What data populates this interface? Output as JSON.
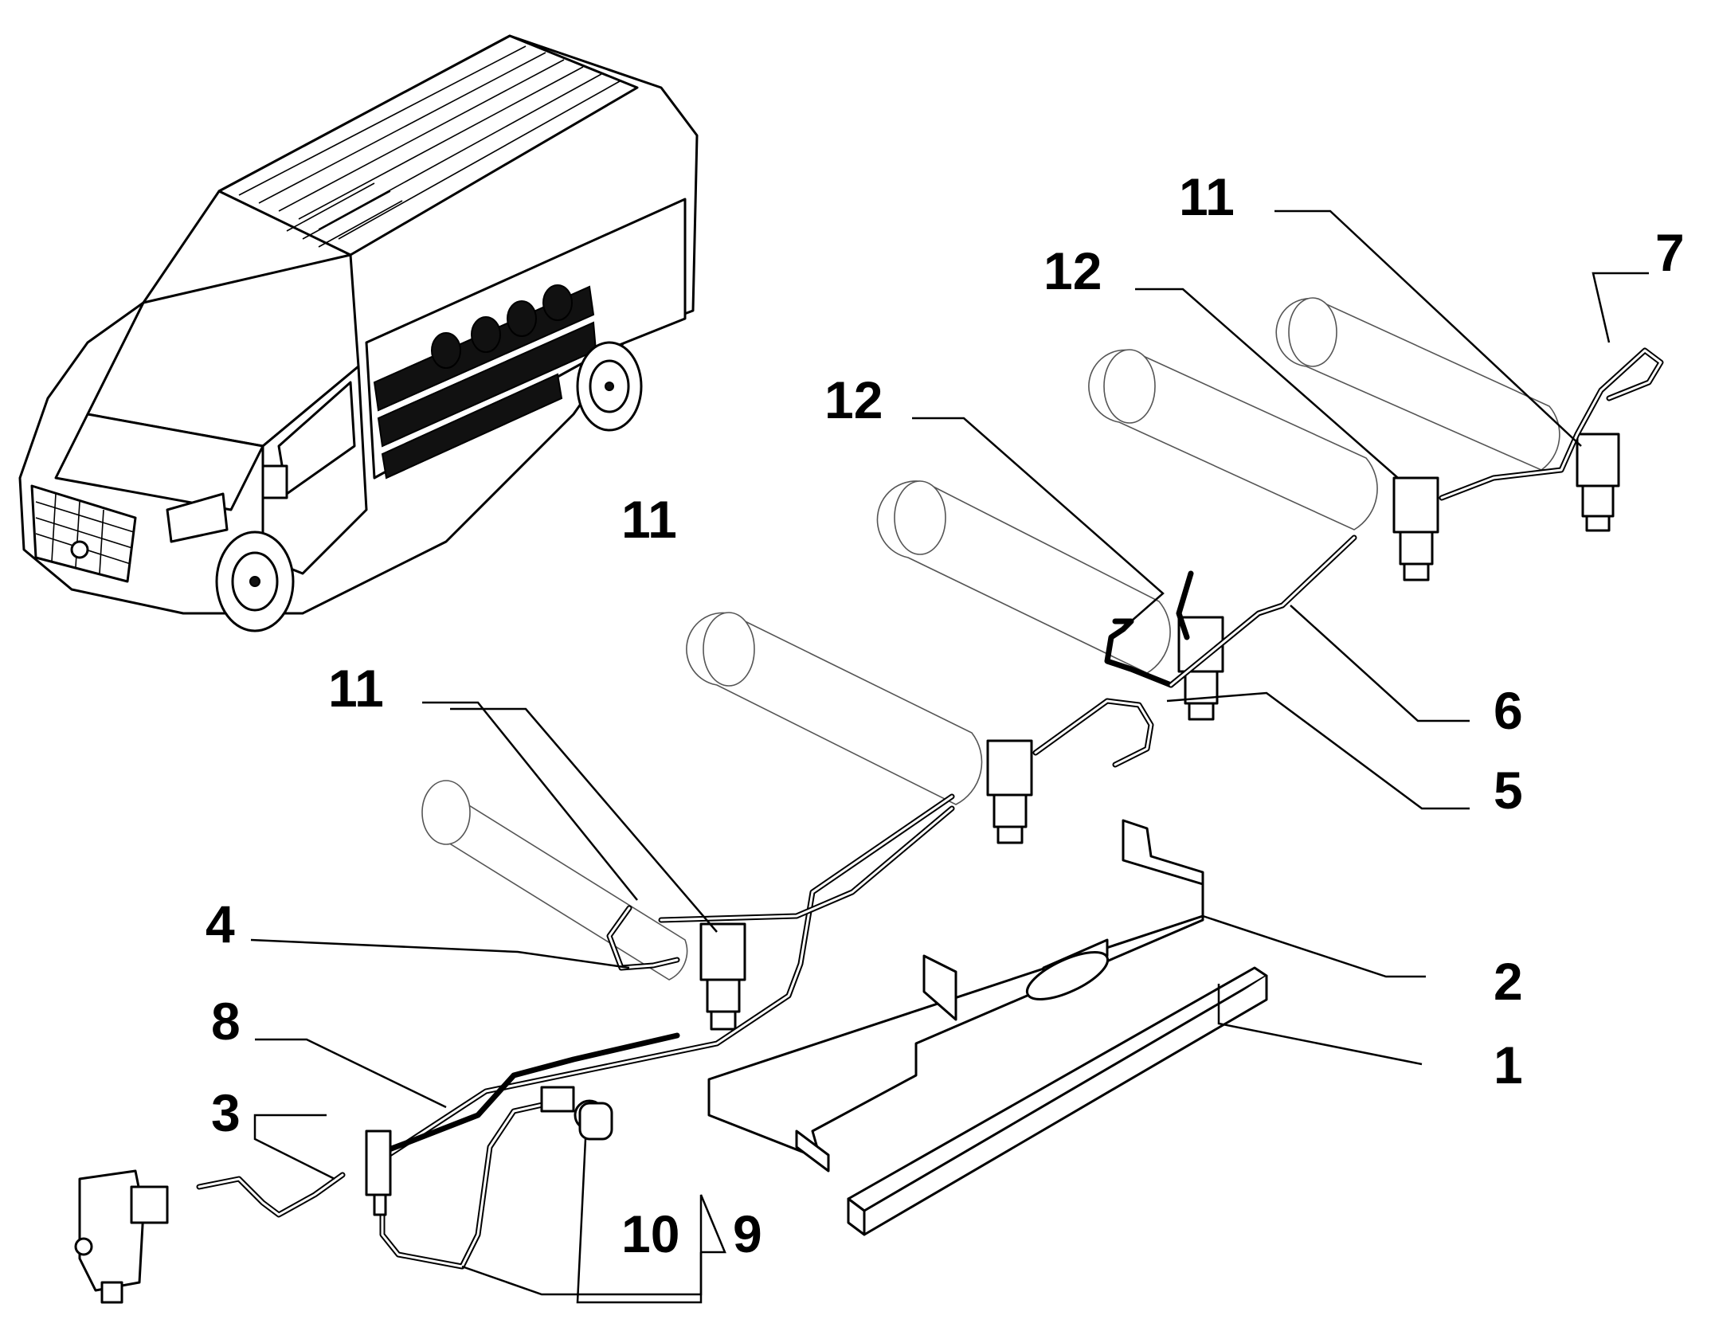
{
  "callouts": [
    {
      "id": "1",
      "label": "1"
    },
    {
      "id": "2",
      "label": "2"
    },
    {
      "id": "3",
      "label": "3"
    },
    {
      "id": "4",
      "label": "4"
    },
    {
      "id": "5",
      "label": "5"
    },
    {
      "id": "6",
      "label": "6"
    },
    {
      "id": "7",
      "label": "7"
    },
    {
      "id": "8",
      "label": "8"
    },
    {
      "id": "9",
      "label": "9"
    },
    {
      "id": "10",
      "label": "10"
    },
    {
      "id": "11a",
      "label": "11"
    },
    {
      "id": "11b",
      "label": "11"
    },
    {
      "id": "11c",
      "label": "11"
    },
    {
      "id": "12a",
      "label": "12"
    },
    {
      "id": "12b",
      "label": "12"
    }
  ],
  "colors": {
    "line": "#000000",
    "background": "#ffffff",
    "cylinder_ghost": "#555555",
    "tank_dark": "#111111"
  }
}
